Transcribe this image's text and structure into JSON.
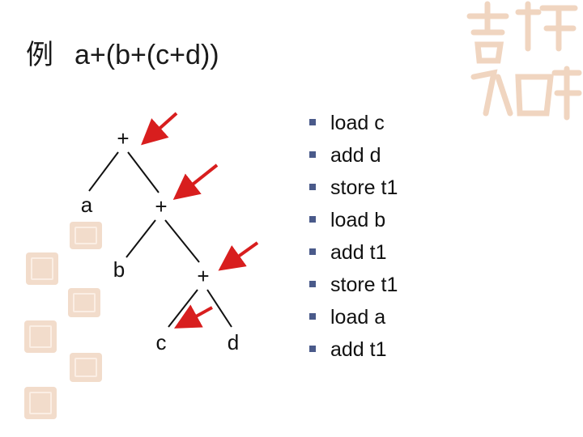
{
  "title": {
    "prefix": "例",
    "expression": "a+(b+(c+d))"
  },
  "tree": {
    "root": "+",
    "n_a": "a",
    "n_plus2": "+",
    "n_b": "b",
    "n_plus3": "+",
    "n_c": "c",
    "n_d": "d"
  },
  "steps": [
    "load  c",
    "add d",
    "store t1",
    "load b",
    "add t1",
    "store t1",
    "load a",
    "add t1"
  ],
  "colors": {
    "arrow": "#d81e1e",
    "bullet": "#4a5a8a",
    "seal": "#f2dccb"
  }
}
